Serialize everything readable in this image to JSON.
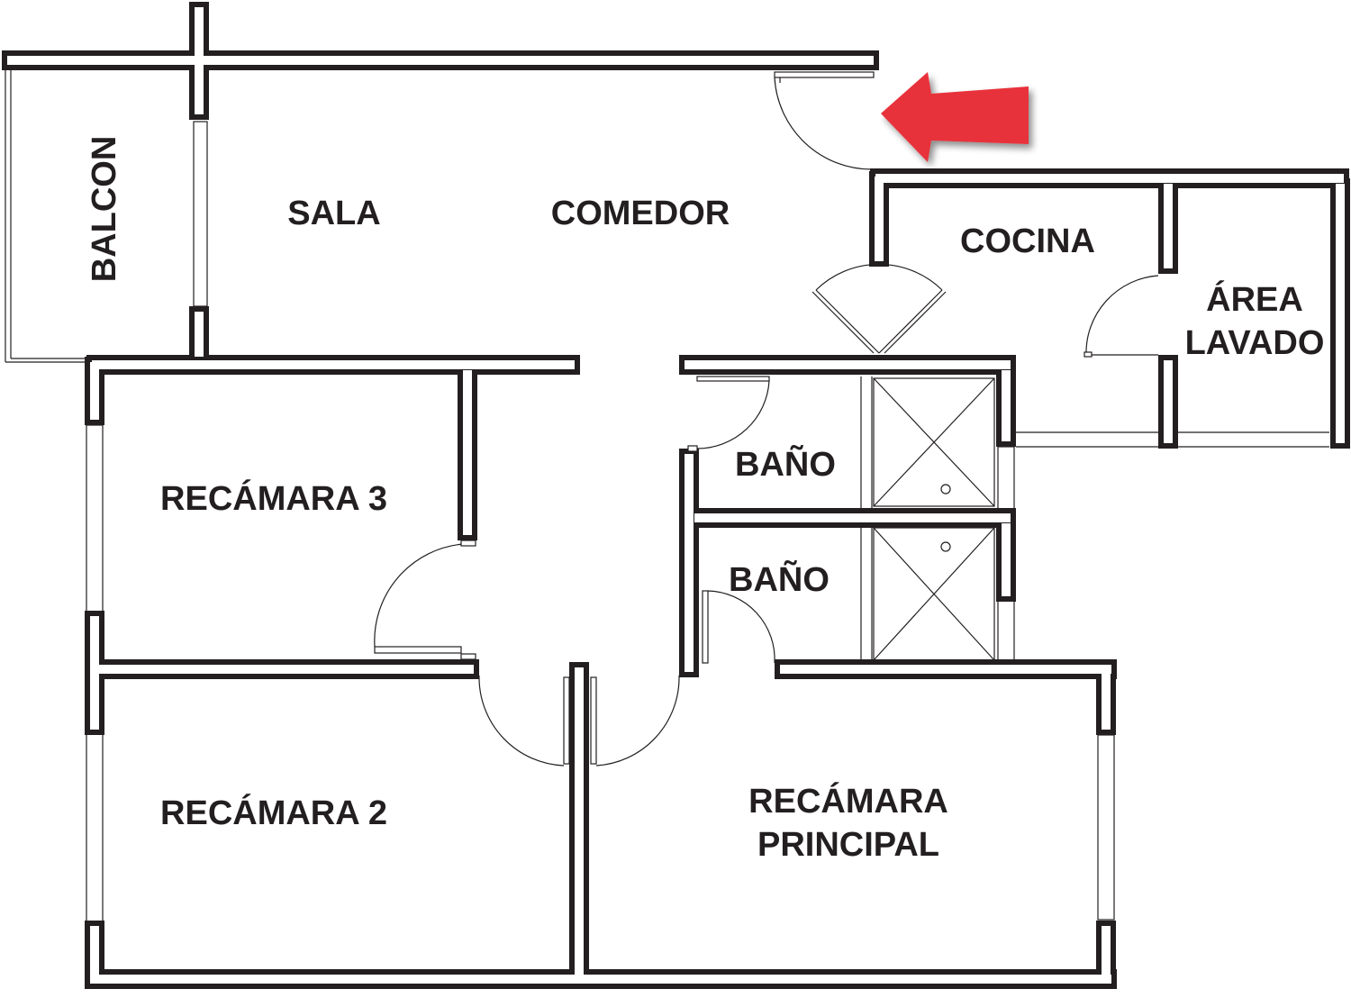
{
  "rooms": {
    "balcon": "BALCON",
    "sala": "SALA",
    "comedor": "COMEDOR",
    "cocina": "COCINA",
    "area_lavado_line1": "ÁREA",
    "area_lavado_line2": "LAVADO",
    "bano_1": "BAÑO",
    "bano_2": "BAÑO",
    "recamara_3": "RECÁMARA 3",
    "recamara_2": "RECÁMARA 2",
    "recamara_principal_line1": "RECÁMARA",
    "recamara_principal_line2": "PRINCIPAL"
  },
  "colors": {
    "wall": "#231f20",
    "background": "#ffffff",
    "entrance_arrow": "#e8303a"
  },
  "icons": {
    "entrance": "arrow-left-icon",
    "doors": "door-swing-icon",
    "shower": "shower-drain-icon"
  }
}
